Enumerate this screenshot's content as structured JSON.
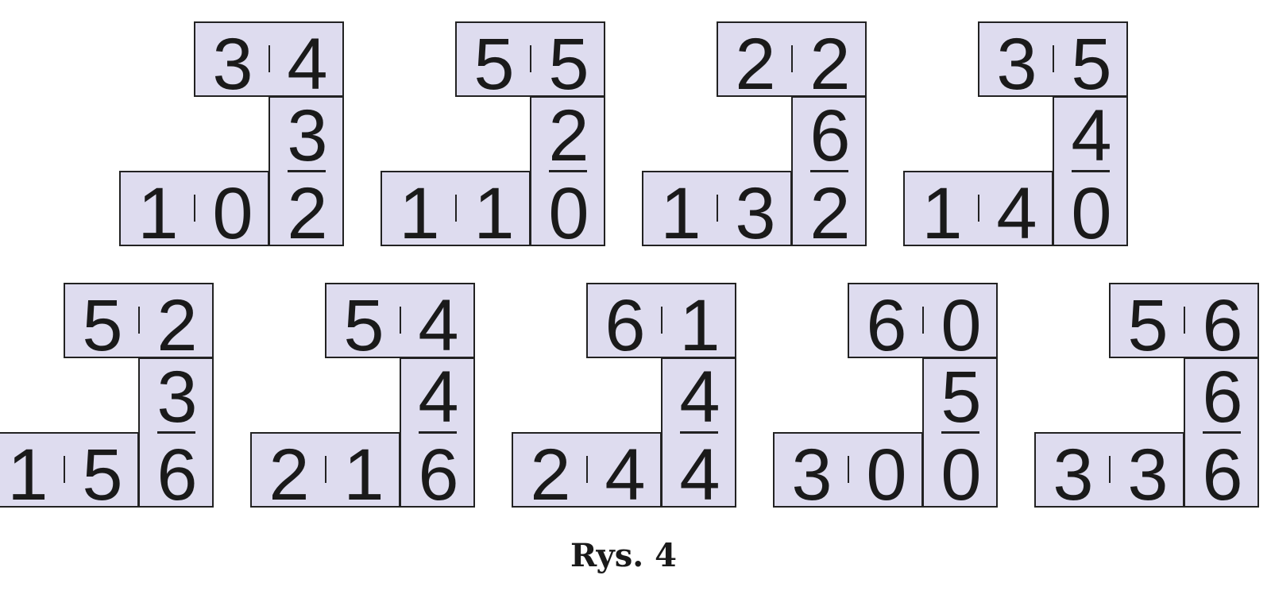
{
  "figure": {
    "caption": "Rys. 4",
    "fill_color": "#dedcef",
    "border_color": "#222222",
    "shapes": [
      {
        "top": [
          "3",
          "4"
        ],
        "vertical": [
          "3",
          "2"
        ],
        "bottom": [
          "1",
          "0"
        ]
      },
      {
        "top": [
          "5",
          "5"
        ],
        "vertical": [
          "2",
          "0"
        ],
        "bottom": [
          "1",
          "1"
        ]
      },
      {
        "top": [
          "2",
          "2"
        ],
        "vertical": [
          "6",
          "2"
        ],
        "bottom": [
          "1",
          "3"
        ]
      },
      {
        "top": [
          "3",
          "5"
        ],
        "vertical": [
          "4",
          "0"
        ],
        "bottom": [
          "1",
          "4"
        ]
      },
      {
        "top": [
          "5",
          "2"
        ],
        "vertical": [
          "3",
          "6"
        ],
        "bottom": [
          "1",
          "5"
        ]
      },
      {
        "top": [
          "5",
          "4"
        ],
        "vertical": [
          "4",
          "6"
        ],
        "bottom": [
          "2",
          "1"
        ]
      },
      {
        "top": [
          "6",
          "1"
        ],
        "vertical": [
          "4",
          "4"
        ],
        "bottom": [
          "2",
          "4"
        ]
      },
      {
        "top": [
          "6",
          "0"
        ],
        "vertical": [
          "5",
          "0"
        ],
        "bottom": [
          "3",
          "0"
        ]
      },
      {
        "top": [
          "5",
          "6"
        ],
        "vertical": [
          "6",
          "6"
        ],
        "bottom": [
          "3",
          "3"
        ]
      }
    ]
  }
}
